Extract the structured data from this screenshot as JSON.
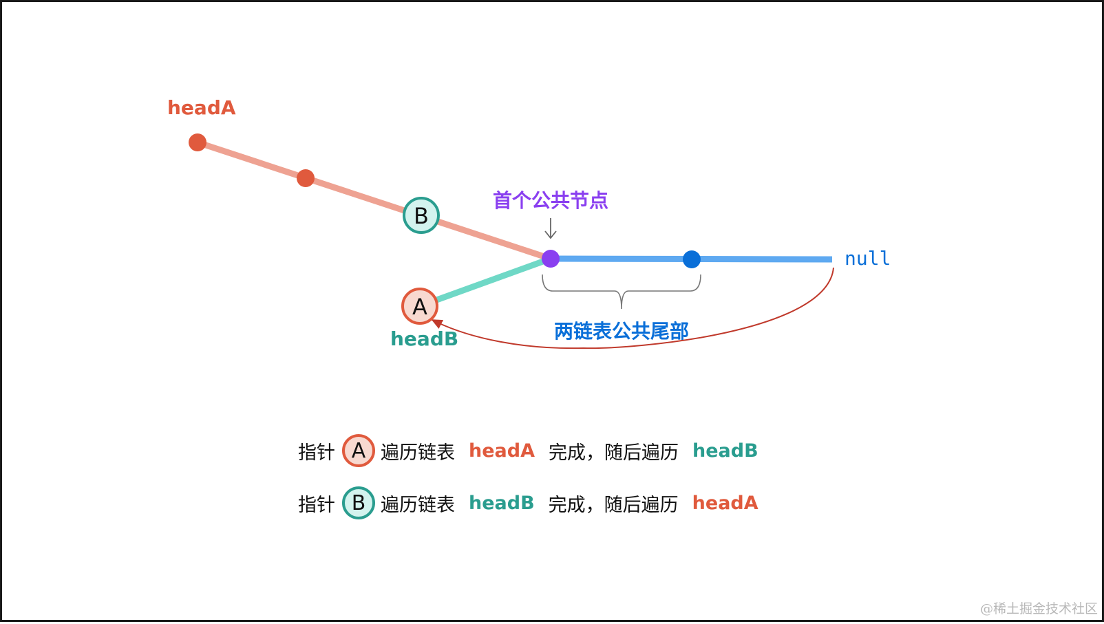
{
  "colors": {
    "orange": "#e05a3d",
    "orange_light": "#eea292",
    "teal": "#2a9d8f",
    "teal_light": "#6fd8c6",
    "blue": "#0a6fd8",
    "blue_light": "#5ea9f1",
    "purple": "#8a3ff0",
    "badge_a_fill": "#f8d9d0",
    "badge_b_fill": "#d3f3ee",
    "arc": "#c0392b",
    "gray": "#666666"
  },
  "diagram": {
    "head_a_label": "headA",
    "head_b_label": "headB",
    "null_label": "null",
    "first_common_node_label": "首个公共节点",
    "common_tail_label": "两链表公共尾部",
    "pointer_a_letter": "A",
    "pointer_b_letter": "B"
  },
  "legend": [
    {
      "prefix": "指针",
      "pointer": "A",
      "text1": "遍历链表",
      "list1": "headA",
      "text2": "完成，随后遍历",
      "list2": "headB"
    },
    {
      "prefix": "指针",
      "pointer": "B",
      "text1": "遍历链表",
      "list1": "headB",
      "text2": "完成，随后遍历",
      "list2": "headA"
    }
  ],
  "watermark": "@稀土掘金技术社区"
}
